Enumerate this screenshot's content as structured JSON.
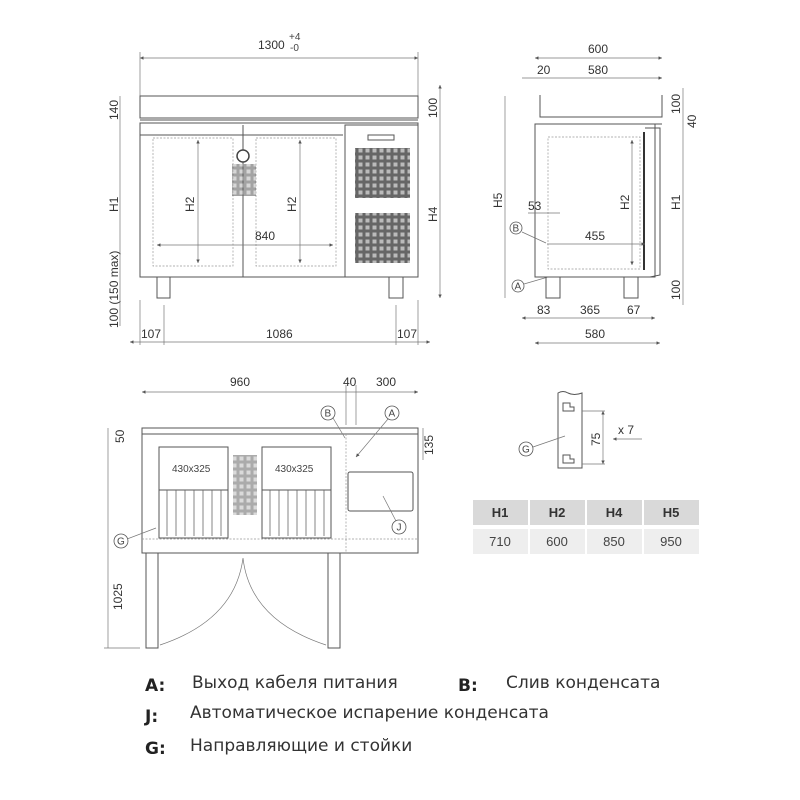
{
  "front_view": {
    "width": "1300",
    "tol_plus": "+4",
    "tol_minus": "-0",
    "top_height": "140",
    "h1": "H1",
    "leg_height": "100 (150 max)",
    "worktop": "100",
    "h4": "H4",
    "h2_left": "H2",
    "h2_right": "H2",
    "inner_width": "840",
    "leg_left": "107",
    "leg_span": "1086",
    "leg_right": "107"
  },
  "side_view": {
    "depth": "600",
    "lip": "20",
    "inner_depth": "580",
    "h5": "H5",
    "worktop": "100",
    "gap": "40",
    "h1": "H1",
    "h2": "H2",
    "drain_offset": "53",
    "drain_width": "455",
    "marker_b": "B",
    "marker_a": "A",
    "leg_height": "100",
    "leg_front": "83",
    "leg_span": "365",
    "leg_back": "67",
    "base_depth": "580"
  },
  "plan_view": {
    "cabinet_width": "960",
    "wall": "40",
    "compressor_width": "300",
    "top_margin": "50",
    "comp_depth": "135",
    "total_depth": "1025",
    "pan_left": "430x325",
    "pan_right": "430x325",
    "marker_b": "B",
    "marker_a": "A",
    "marker_j": "J",
    "marker_g": "G"
  },
  "rail_detail": {
    "pitch": "75",
    "count": "x 7",
    "marker_g": "G"
  },
  "dimension_table": {
    "headers": [
      "H1",
      "H2",
      "H4",
      "H5"
    ],
    "values": [
      "710",
      "600",
      "850",
      "950"
    ]
  },
  "legend": [
    {
      "key": "A:",
      "text": "Выход кабеля питания"
    },
    {
      "key": "B:",
      "text": "Слив конденсата"
    },
    {
      "key": "J:",
      "text": "Автоматическое испарение конденсата"
    },
    {
      "key": "G:",
      "text": "Направляющие и стойки"
    }
  ]
}
